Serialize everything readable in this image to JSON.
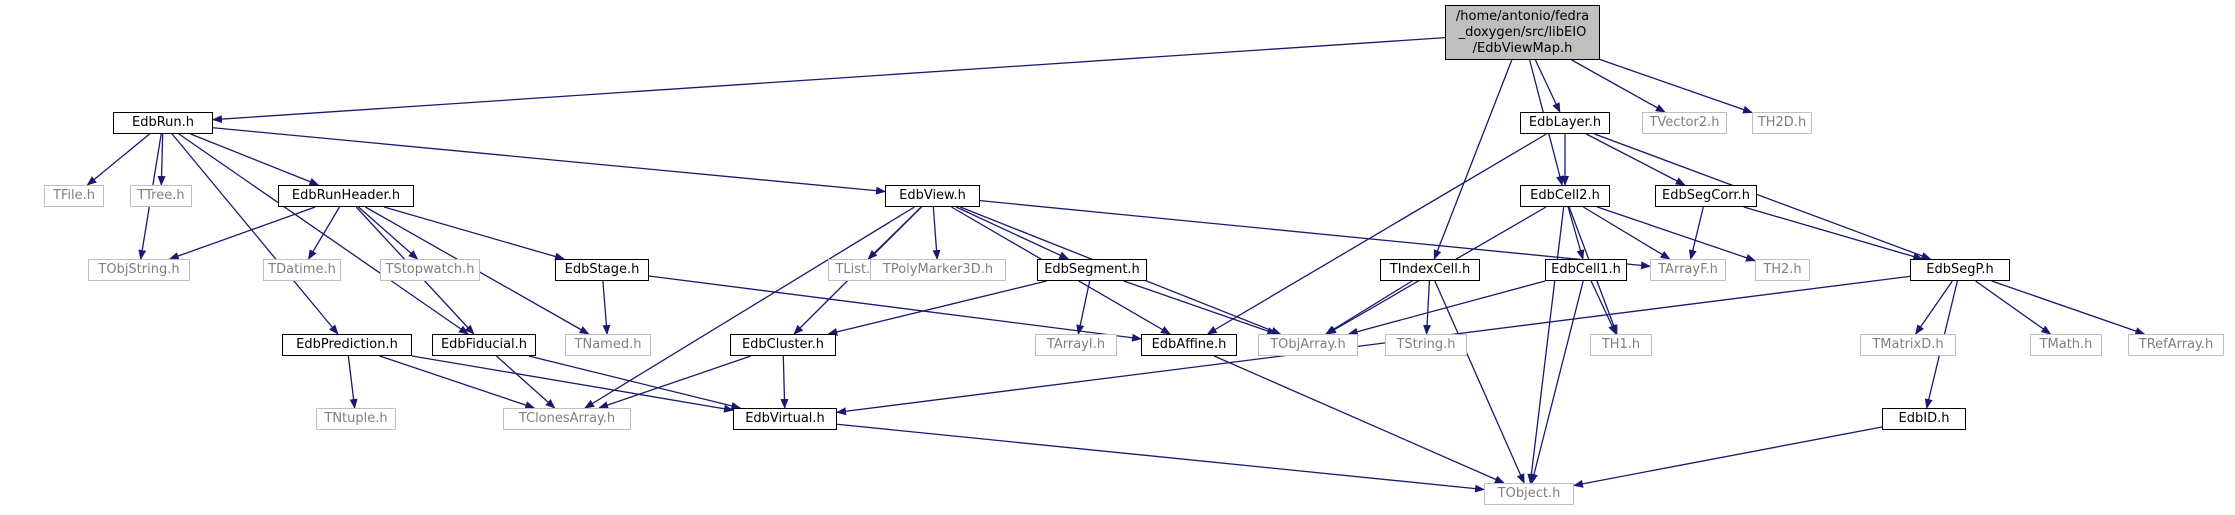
{
  "diagram": {
    "root": {
      "id": "root",
      "label": "/home/antonio/fedra\n_doxygen/src/libEIO\n/EdbViewMap.h"
    },
    "nodes": [
      {
        "id": "EdbRun",
        "label": "EdbRun.h",
        "kind": "internal"
      },
      {
        "id": "EdbLayer",
        "label": "EdbLayer.h",
        "kind": "internal"
      },
      {
        "id": "TVector2",
        "label": "TVector2.h",
        "kind": "external"
      },
      {
        "id": "TH2D",
        "label": "TH2D.h",
        "kind": "external"
      },
      {
        "id": "TFile",
        "label": "TFile.h",
        "kind": "external"
      },
      {
        "id": "TTree",
        "label": "TTree.h",
        "kind": "external"
      },
      {
        "id": "EdbRunHeader",
        "label": "EdbRunHeader.h",
        "kind": "internal"
      },
      {
        "id": "EdbView",
        "label": "EdbView.h",
        "kind": "internal"
      },
      {
        "id": "EdbCell2",
        "label": "EdbCell2.h",
        "kind": "internal"
      },
      {
        "id": "EdbSegCorr",
        "label": "EdbSegCorr.h",
        "kind": "internal"
      },
      {
        "id": "TObjString",
        "label": "TObjString.h",
        "kind": "external"
      },
      {
        "id": "TDatime",
        "label": "TDatime.h",
        "kind": "external"
      },
      {
        "id": "TStopwatch",
        "label": "TStopwatch.h",
        "kind": "external"
      },
      {
        "id": "EdbStage",
        "label": "EdbStage.h",
        "kind": "internal"
      },
      {
        "id": "TList",
        "label": "TList.h",
        "kind": "external"
      },
      {
        "id": "TPolyMarker3D",
        "label": "TPolyMarker3D.h",
        "kind": "external"
      },
      {
        "id": "EdbSegment",
        "label": "EdbSegment.h",
        "kind": "internal"
      },
      {
        "id": "TIndexCell",
        "label": "TIndexCell.h",
        "kind": "internal"
      },
      {
        "id": "EdbCell1",
        "label": "EdbCell1.h",
        "kind": "internal"
      },
      {
        "id": "TArrayF",
        "label": "TArrayF.h",
        "kind": "external"
      },
      {
        "id": "TH2",
        "label": "TH2.h",
        "kind": "external"
      },
      {
        "id": "EdbSegP",
        "label": "EdbSegP.h",
        "kind": "internal"
      },
      {
        "id": "EdbPrediction",
        "label": "EdbPrediction.h",
        "kind": "internal"
      },
      {
        "id": "EdbFiducial",
        "label": "EdbFiducial.h",
        "kind": "internal"
      },
      {
        "id": "TNamed",
        "label": "TNamed.h",
        "kind": "external"
      },
      {
        "id": "EdbCluster",
        "label": "EdbCluster.h",
        "kind": "internal"
      },
      {
        "id": "TArrayI",
        "label": "TArrayI.h",
        "kind": "external"
      },
      {
        "id": "EdbAffine",
        "label": "EdbAffine.h",
        "kind": "internal"
      },
      {
        "id": "TObjArray",
        "label": "TObjArray.h",
        "kind": "external"
      },
      {
        "id": "TString",
        "label": "TString.h",
        "kind": "external"
      },
      {
        "id": "TH1",
        "label": "TH1.h",
        "kind": "external"
      },
      {
        "id": "TMatrixD",
        "label": "TMatrixD.h",
        "kind": "external"
      },
      {
        "id": "TMath",
        "label": "TMath.h",
        "kind": "external"
      },
      {
        "id": "TRefArray",
        "label": "TRefArray.h",
        "kind": "external"
      },
      {
        "id": "TNtuple",
        "label": "TNtuple.h",
        "kind": "external"
      },
      {
        "id": "TClonesArray",
        "label": "TClonesArray.h",
        "kind": "external"
      },
      {
        "id": "EdbVirtual",
        "label": "EdbVirtual.h",
        "kind": "internal"
      },
      {
        "id": "EdbID",
        "label": "EdbID.h",
        "kind": "internal"
      },
      {
        "id": "TObject",
        "label": "TObject.h",
        "kind": "external"
      }
    ],
    "edges": [
      [
        "root",
        "EdbRun"
      ],
      [
        "root",
        "EdbLayer"
      ],
      [
        "root",
        "TVector2"
      ],
      [
        "root",
        "TH2D"
      ],
      [
        "root",
        "EdbCell2"
      ],
      [
        "root",
        "TIndexCell"
      ],
      [
        "EdbRun",
        "TFile"
      ],
      [
        "EdbRun",
        "TTree"
      ],
      [
        "EdbRun",
        "EdbRunHeader"
      ],
      [
        "EdbRun",
        "EdbView"
      ],
      [
        "EdbRun",
        "TObjString"
      ],
      [
        "EdbRun",
        "EdbPrediction"
      ],
      [
        "EdbRun",
        "EdbFiducial"
      ],
      [
        "EdbRunHeader",
        "TObjString"
      ],
      [
        "EdbRunHeader",
        "TDatime"
      ],
      [
        "EdbRunHeader",
        "TStopwatch"
      ],
      [
        "EdbRunHeader",
        "EdbStage"
      ],
      [
        "EdbRunHeader",
        "TNamed"
      ],
      [
        "EdbRunHeader",
        "EdbFiducial"
      ],
      [
        "EdbStage",
        "TNamed"
      ],
      [
        "EdbStage",
        "EdbAffine"
      ],
      [
        "EdbView",
        "TList"
      ],
      [
        "EdbView",
        "TPolyMarker3D"
      ],
      [
        "EdbView",
        "EdbSegment"
      ],
      [
        "EdbView",
        "EdbCluster"
      ],
      [
        "EdbView",
        "TClonesArray"
      ],
      [
        "EdbView",
        "EdbAffine"
      ],
      [
        "EdbView",
        "TObjArray"
      ],
      [
        "EdbView",
        "TArrayF"
      ],
      [
        "EdbSegment",
        "TArrayI"
      ],
      [
        "EdbSegment",
        "EdbCluster"
      ],
      [
        "EdbSegment",
        "TObjArray"
      ],
      [
        "EdbCluster",
        "EdbVirtual"
      ],
      [
        "EdbCluster",
        "TClonesArray"
      ],
      [
        "EdbLayer",
        "EdbCell2"
      ],
      [
        "EdbLayer",
        "EdbSegCorr"
      ],
      [
        "EdbLayer",
        "EdbSegP"
      ],
      [
        "EdbLayer",
        "EdbAffine"
      ],
      [
        "EdbCell2",
        "EdbCell1"
      ],
      [
        "EdbCell2",
        "TArrayF"
      ],
      [
        "EdbCell2",
        "TH2"
      ],
      [
        "EdbCell2",
        "TH1"
      ],
      [
        "EdbCell2",
        "TObjArray"
      ],
      [
        "EdbCell2",
        "TObject"
      ],
      [
        "EdbSegCorr",
        "TArrayF"
      ],
      [
        "EdbSegCorr",
        "EdbSegP"
      ],
      [
        "TIndexCell",
        "TObjArray"
      ],
      [
        "TIndexCell",
        "TString"
      ],
      [
        "TIndexCell",
        "TObject"
      ],
      [
        "EdbCell1",
        "TH1"
      ],
      [
        "EdbCell1",
        "TObjArray"
      ],
      [
        "EdbCell1",
        "TObject"
      ],
      [
        "EdbSegP",
        "TMatrixD"
      ],
      [
        "EdbSegP",
        "TMath"
      ],
      [
        "EdbSegP",
        "TRefArray"
      ],
      [
        "EdbSegP",
        "EdbID"
      ],
      [
        "EdbSegP",
        "EdbVirtual"
      ],
      [
        "EdbPrediction",
        "TNtuple"
      ],
      [
        "EdbPrediction",
        "TClonesArray"
      ],
      [
        "EdbPrediction",
        "EdbVirtual"
      ],
      [
        "EdbFiducial",
        "TClonesArray"
      ],
      [
        "EdbFiducial",
        "EdbVirtual"
      ],
      [
        "EdbAffine",
        "TObject"
      ],
      [
        "EdbVirtual",
        "TObject"
      ],
      [
        "EdbID",
        "TObject"
      ]
    ],
    "colors": {
      "edge": "#191970",
      "external_border": "#bfbfbf",
      "external_text": "#808080",
      "internal_border": "#000000",
      "root_fill": "#bfbfbf"
    }
  }
}
